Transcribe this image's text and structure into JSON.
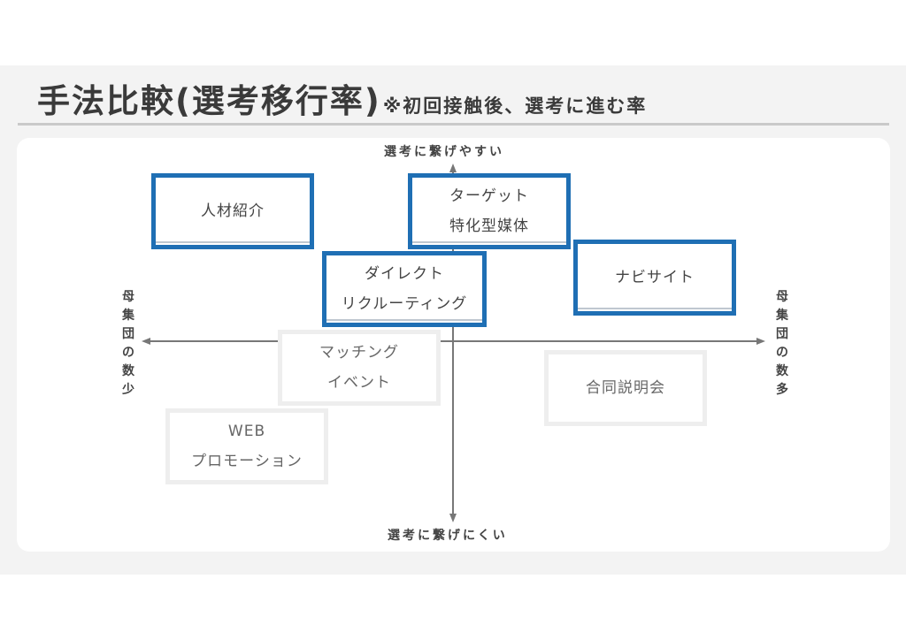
{
  "title": {
    "main": "手法比較(選考移行率)",
    "note": "※初回接触後、選考に進む率"
  },
  "axes": {
    "top": "選考に繋げやすい",
    "bottom": "選考に繋げにくい",
    "left": "母集団の数少",
    "right": "母集団の数多"
  },
  "methods": {
    "jinzai": {
      "lines": [
        "人材紹介"
      ],
      "style": "highlighted"
    },
    "target": {
      "lines": [
        "ターゲット",
        "特化型媒体"
      ],
      "style": "highlighted"
    },
    "direct": {
      "lines": [
        "ダイレクト",
        "リクルーティング"
      ],
      "style": "highlighted"
    },
    "navi": {
      "lines": [
        "ナビサイト"
      ],
      "style": "highlighted"
    },
    "matching": {
      "lines": [
        "マッチング",
        "イベント"
      ],
      "style": "muted"
    },
    "setsumeikai": {
      "lines": [
        "合同説明会"
      ],
      "style": "muted"
    },
    "web": {
      "lines": [
        "WEB",
        "プロモーション"
      ],
      "style": "muted"
    }
  },
  "colors": {
    "highlight_border": "#1f6fb4",
    "muted_border": "#eeeeee",
    "axis": "#777777"
  }
}
